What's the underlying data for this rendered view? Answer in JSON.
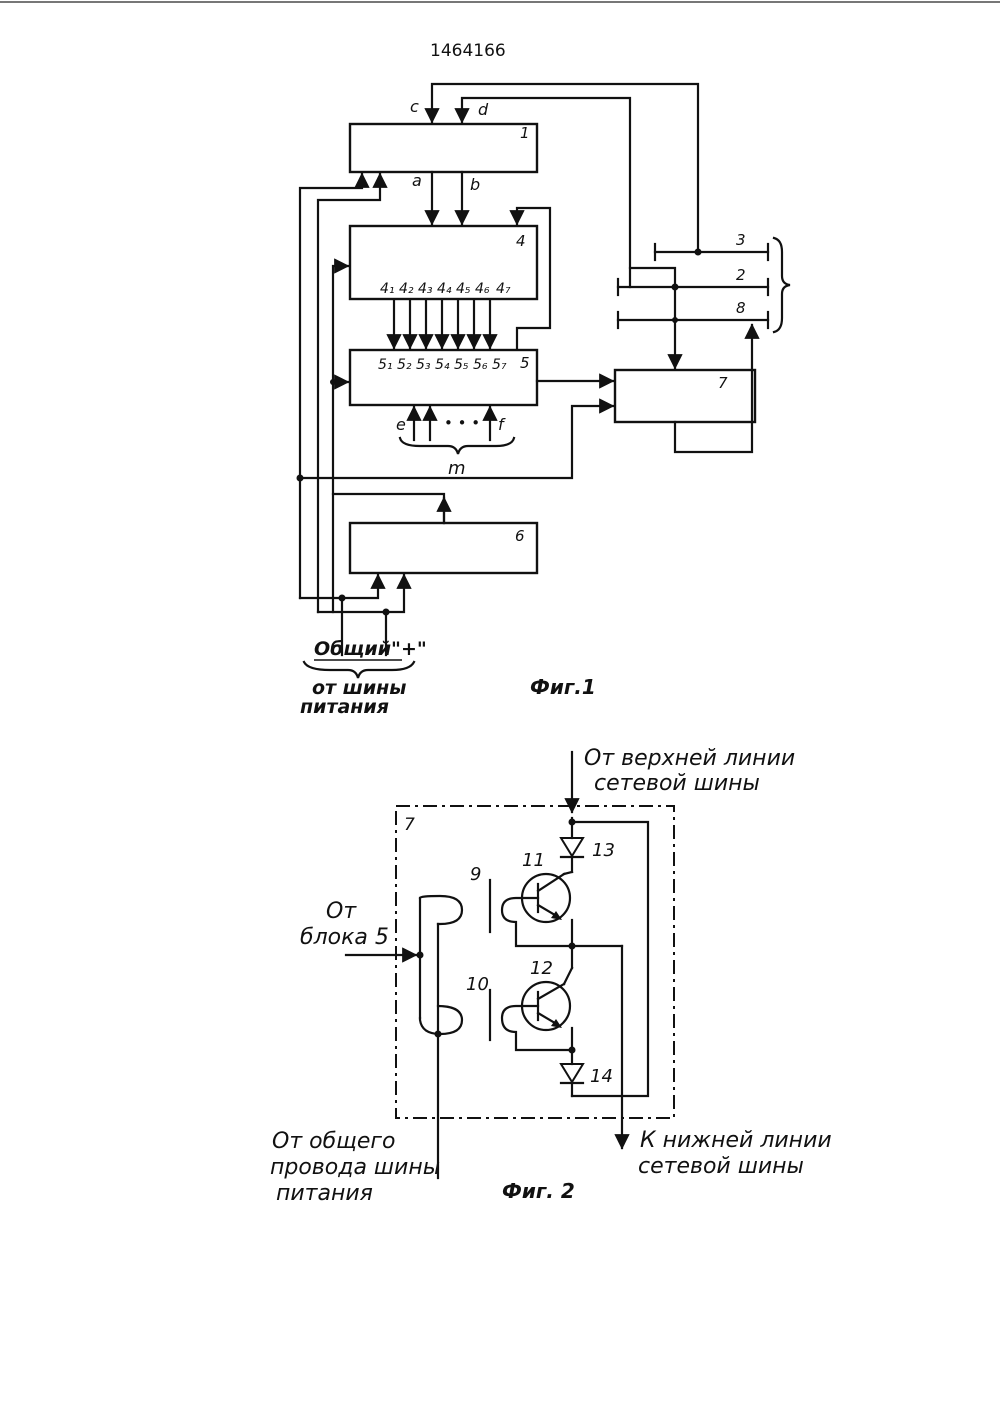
{
  "patent_number": "1464166",
  "fig1": {
    "caption": "Фиг.1",
    "block_labels": [
      "1",
      "4",
      "5",
      "6",
      "7"
    ],
    "signal_labels": {
      "c": "c",
      "d": "d",
      "a": "a",
      "b": "b",
      "e": "e",
      "f": "f",
      "m": "m"
    },
    "block4_outputs": [
      "4₁",
      "4₂",
      "4₃",
      "4₄",
      "4₅",
      "4₆",
      "4₇"
    ],
    "block5_inputs": [
      "5₁",
      "5₂",
      "5₃",
      "5₄",
      "5₅",
      "5₆",
      "5₇"
    ],
    "input_dots": "• • •",
    "bus_labels": [
      "3",
      "2",
      "8"
    ],
    "power_label": "Общий\"+\"",
    "power_source_line1": "от шины",
    "power_source_line2": "питания"
  },
  "fig2": {
    "caption": "Фиг. 2",
    "block_label": "7",
    "top_label_line1": "От верхней линии",
    "top_label_line2": "сетевой шины",
    "left_label_line1": "От",
    "left_label_line2": "блока 5",
    "bottom_left_line1": "От общего",
    "bottom_left_line2": "провода шины",
    "bottom_left_line3": "питания",
    "bottom_right_line1": "К нижней линии",
    "bottom_right_line2": "сетевой шины",
    "component_labels": {
      "t9": "9",
      "t10": "10",
      "q11": "11",
      "q12": "12",
      "d13": "13",
      "d14": "14"
    }
  }
}
